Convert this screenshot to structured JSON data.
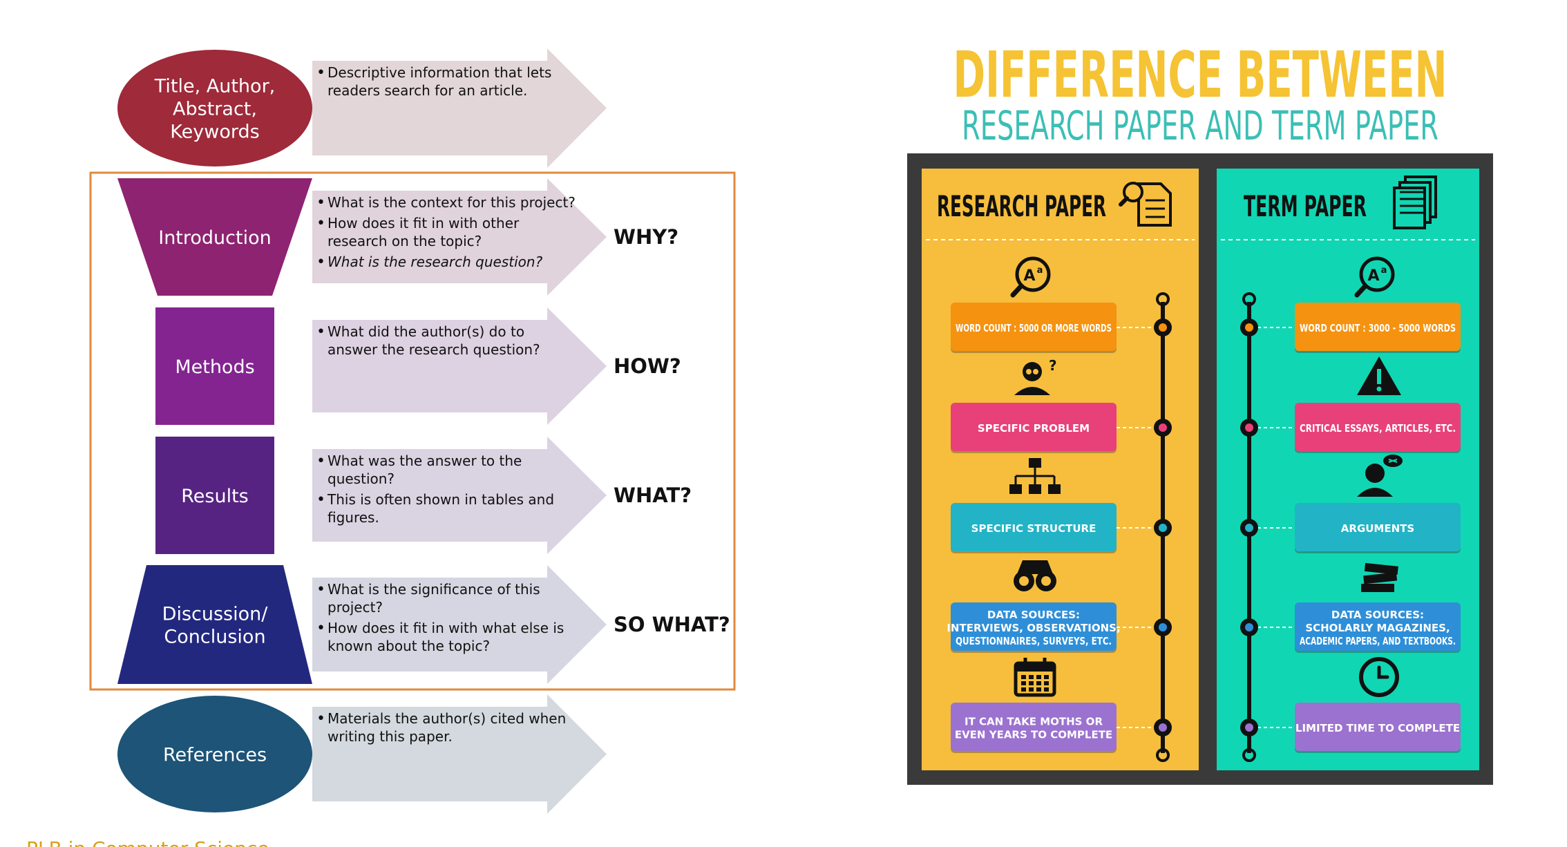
{
  "left": {
    "sections": [
      {
        "id": "title",
        "shape_label": "Title, Author, Abstract, Keywords",
        "shape_lines": [
          "Title, Author,",
          "Abstract,",
          "Keywords"
        ],
        "shape_color": "#9e2a3a",
        "arrow_color": "#e3d6d8",
        "bullets": [
          {
            "lines": [
              "Descriptive information that lets",
              "readers search for an article."
            ],
            "italic": false
          }
        ],
        "question": ""
      },
      {
        "id": "introduction",
        "shape_label": "Introduction",
        "shape_lines": [
          "Introduction"
        ],
        "shape_color": "#8e2371",
        "arrow_color": "#e0d3dc",
        "bullets": [
          {
            "lines": [
              "What is the context for this project?"
            ],
            "italic": false
          },
          {
            "lines": [
              "How does it fit in with other",
              "research on the topic?"
            ],
            "italic": false
          },
          {
            "lines": [
              "What is the research question?"
            ],
            "italic": true
          }
        ],
        "question": "WHY?"
      },
      {
        "id": "methods",
        "shape_label": "Methods",
        "shape_lines": [
          "Methods"
        ],
        "shape_color": "#842491",
        "arrow_color": "#ddd2e2",
        "bullets": [
          {
            "lines": [
              "What did the author(s) do to",
              "answer the research question?"
            ],
            "italic": false
          }
        ],
        "question": "HOW?"
      },
      {
        "id": "results",
        "shape_label": "Results",
        "shape_lines": [
          "Results"
        ],
        "shape_color": "#562382",
        "arrow_color": "#d9d3e2",
        "bullets": [
          {
            "lines": [
              "What was the answer to the",
              "question?"
            ],
            "italic": false
          },
          {
            "lines": [
              "This is often shown in tables and",
              "figures."
            ],
            "italic": false
          }
        ],
        "question": "WHAT?"
      },
      {
        "id": "discussion",
        "shape_label": "Discussion/ Conclusion",
        "shape_lines": [
          "Discussion/",
          "Conclusion"
        ],
        "shape_color": "#23287f",
        "arrow_color": "#d6d6e2",
        "bullets": [
          {
            "lines": [
              "What is the significance of this",
              "project?"
            ],
            "italic": false
          },
          {
            "lines": [
              "How does it fit in with what else is",
              "known about the topic?"
            ],
            "italic": false
          }
        ],
        "question": "SO WHAT?"
      },
      {
        "id": "references",
        "shape_label": "References",
        "shape_lines": [
          "References"
        ],
        "shape_color": "#1d5478",
        "arrow_color": "#d3d9de",
        "bullets": [
          {
            "lines": [
              "Materials the author(s) cited when",
              "writing this paper."
            ],
            "italic": false
          }
        ],
        "question": ""
      }
    ],
    "footer": "PLB in Computer Science",
    "frame_color": "#e08a3c"
  },
  "right": {
    "title_line1": "DIFFERENCE BETWEEN",
    "title_line2": "RESEARCH PAPER AND TERM PAPER",
    "title_color": "#f5c333",
    "subtitle_color": "#3bbfb5",
    "columns": [
      {
        "heading": "RESEARCH PAPER",
        "bg": "#f6be3c",
        "heading_icon": "magnifier-document-icon",
        "items": [
          {
            "label": "WORD COUNT : 5000 OR MORE WORDS",
            "color": "#f5920f",
            "dot": "#f5920f",
            "icon": "font-magnifier-icon"
          },
          {
            "label": "SPECIFIC PROBLEM",
            "color": "#e8417a",
            "dot": "#e8417a",
            "icon": "thinking-person-icon"
          },
          {
            "label": "SPECIFIC STRUCTURE",
            "color": "#22b3c6",
            "dot": "#22b3c6",
            "icon": "hierarchy-icon"
          },
          {
            "label": "DATA SOURCES: INTERVIEWS, OBSERVATIONS, QUESTIONNAIRES, SURVEYS, ETC.",
            "lines": [
              "DATA SOURCES:",
              "INTERVIEWS, OBSERVATIONS,",
              "QUESTIONNAIRES, SURVEYS, ETC."
            ],
            "color": "#2e8fd8",
            "dot": "#2e8fd8",
            "icon": "binoculars-icon"
          },
          {
            "label": "IT CAN TAKE MOTHS OR EVEN YEARS TO COMPLETE",
            "lines": [
              "IT CAN TAKE MOTHS OR",
              "EVEN YEARS TO COMPLETE"
            ],
            "color": "#9b72cf",
            "dot": "#9b72cf",
            "icon": "calendar-icon"
          }
        ]
      },
      {
        "heading": "TERM PAPER",
        "bg": "#11d6b3",
        "heading_icon": "document-stack-icon",
        "items": [
          {
            "label": "WORD COUNT : 3000 - 5000 WORDS",
            "color": "#f5920f",
            "dot": "#f5920f",
            "icon": "font-magnifier-icon"
          },
          {
            "label": "CRITICAL ESSAYS, ARTICLES, ETC.",
            "color": "#e8417a",
            "dot": "#e8417a",
            "icon": "warning-icon"
          },
          {
            "label": "ARGUMENTS",
            "color": "#22b3c6",
            "dot": "#22b3c6",
            "icon": "speaking-person-icon"
          },
          {
            "label": "DATA SOURCES: SCHOLARLY MAGAZINES, ACADEMIC PAPERS, AND TEXTBOOKS.",
            "lines": [
              "DATA SOURCES:",
              "SCHOLARLY MAGAZINES,",
              "ACADEMIC PAPERS, AND TEXTBOOKS."
            ],
            "color": "#2e8fd8",
            "dot": "#2e8fd8",
            "icon": "books-icon"
          },
          {
            "label": "LIMITED TIME TO COMPLETE",
            "color": "#9b72cf",
            "dot": "#9b72cf",
            "icon": "clock-icon"
          }
        ]
      }
    ]
  }
}
